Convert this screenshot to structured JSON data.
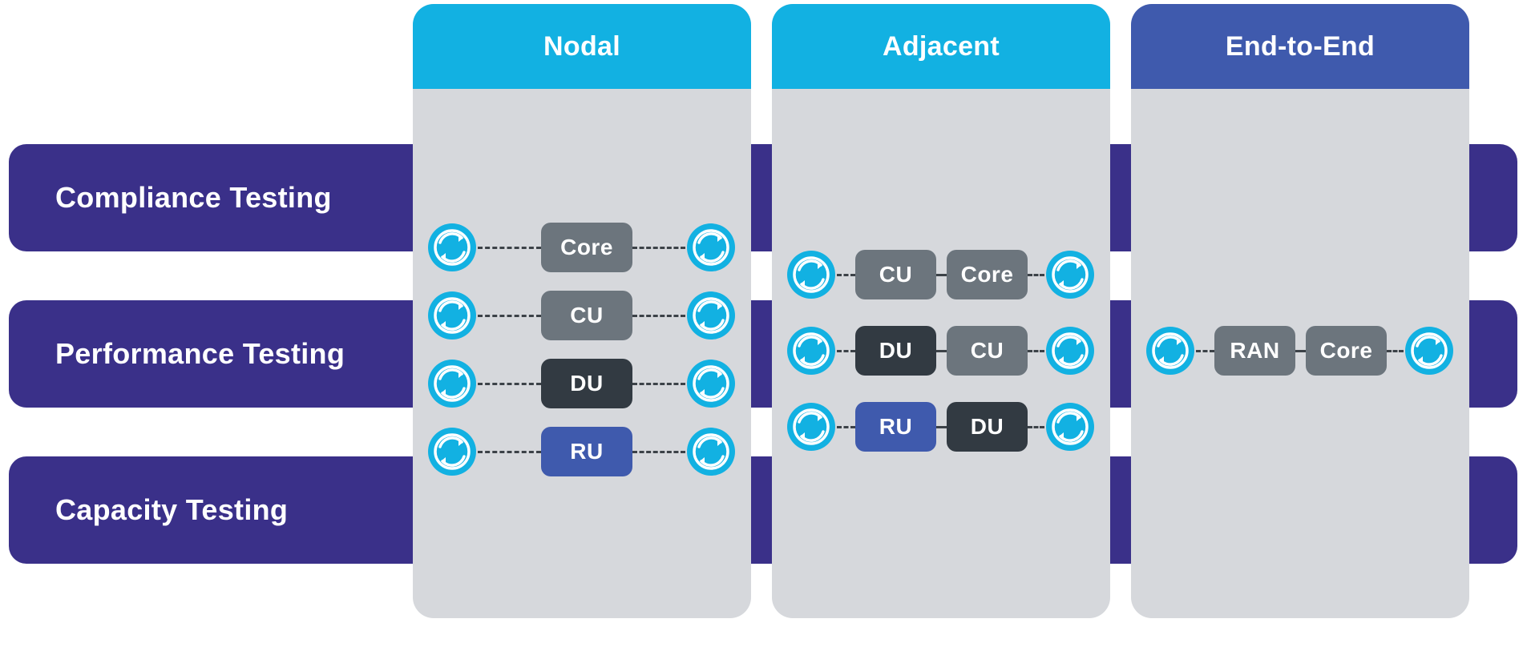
{
  "rows": [
    {
      "label": "Compliance Testing"
    },
    {
      "label": "Performance Testing"
    },
    {
      "label": "Capacity Testing"
    }
  ],
  "columns": [
    {
      "title": "Nodal",
      "header_color": "#12b1e2",
      "chains": [
        {
          "boxes": [
            {
              "label": "Core",
              "color": "#6c757d"
            }
          ]
        },
        {
          "boxes": [
            {
              "label": "CU",
              "color": "#6c757d"
            }
          ]
        },
        {
          "boxes": [
            {
              "label": "DU",
              "color": "#323a42"
            }
          ]
        },
        {
          "boxes": [
            {
              "label": "RU",
              "color": "#3f5aad"
            }
          ]
        }
      ]
    },
    {
      "title": "Adjacent",
      "header_color": "#12b1e2",
      "chains": [
        {
          "boxes": [
            {
              "label": "CU",
              "color": "#6c757d"
            },
            {
              "label": "Core",
              "color": "#6c757d"
            }
          ]
        },
        {
          "boxes": [
            {
              "label": "DU",
              "color": "#323a42"
            },
            {
              "label": "CU",
              "color": "#6c757d"
            }
          ]
        },
        {
          "boxes": [
            {
              "label": "RU",
              "color": "#3f5aad"
            },
            {
              "label": "DU",
              "color": "#323a42"
            }
          ]
        }
      ]
    },
    {
      "title": "End-to-End",
      "header_color": "#3f5aad",
      "chains": [
        {
          "boxes": [
            {
              "label": "RAN",
              "color": "#6c757d"
            },
            {
              "label": "Core",
              "color": "#6c757d"
            }
          ]
        }
      ]
    }
  ],
  "colors": {
    "band": "#3a3089",
    "panel": "#d6d8dc",
    "node": "#12b1e2",
    "connector": "#3c4248"
  },
  "icons": {
    "node": "refresh-cycle-icon"
  }
}
